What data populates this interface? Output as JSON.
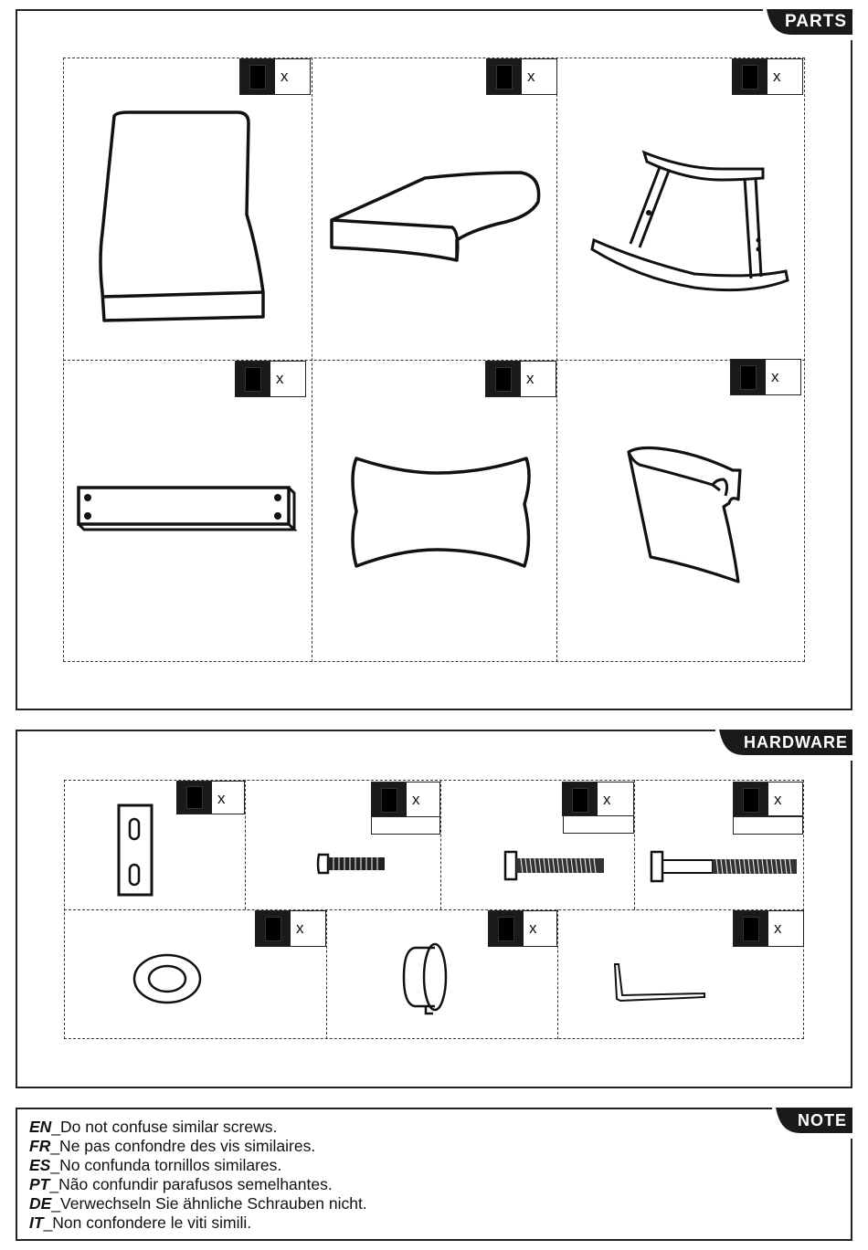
{
  "parts": {
    "title": "PARTS",
    "items": [
      {
        "name": "backrest-cushion",
        "qty_label": "x"
      },
      {
        "name": "seat-cushion",
        "qty_label": "x"
      },
      {
        "name": "rocking-frame",
        "qty_label": "x"
      },
      {
        "name": "support-rail",
        "qty_label": "x"
      },
      {
        "name": "pillow",
        "qty_label": "x"
      },
      {
        "name": "armrest-cover",
        "qty_label": "x"
      }
    ]
  },
  "hardware": {
    "title": "HARDWARE",
    "items": [
      {
        "name": "connecting-plate",
        "qty_label": "x"
      },
      {
        "name": "short-bolt",
        "qty_label": "x"
      },
      {
        "name": "medium-bolt",
        "qty_label": "x"
      },
      {
        "name": "long-bolt",
        "qty_label": "x"
      },
      {
        "name": "washer",
        "qty_label": "x"
      },
      {
        "name": "cap",
        "qty_label": "x"
      },
      {
        "name": "allen-key",
        "qty_label": "x"
      }
    ]
  },
  "note": {
    "title": "NOTE",
    "lines": [
      {
        "lang": "EN",
        "text": "_Do not confuse similar screws."
      },
      {
        "lang": "FR",
        "text": "_Ne pas confondre des vis similaires."
      },
      {
        "lang": "ES",
        "text": "_No confunda tornillos similares."
      },
      {
        "lang": "PT",
        "text": "_Não confundir parafusos semelhantes."
      },
      {
        "lang": "DE",
        "text": "_Verwechseln Sie ähnliche Schrauben nicht."
      },
      {
        "lang": "IT",
        "text": "_Non confondere le viti simili."
      }
    ]
  }
}
